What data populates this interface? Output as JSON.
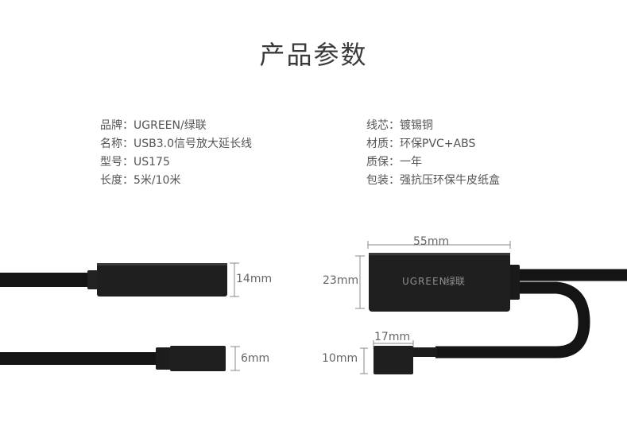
{
  "title": "产品参数",
  "specs_left": [
    {
      "label": "品牌：",
      "value": "UGREEN/绿联"
    },
    {
      "label": "名称：",
      "value": "USB3.0信号放大延长线"
    },
    {
      "label": "型号：",
      "value": "US175"
    },
    {
      "label": "长度：",
      "value": "5米/10米"
    }
  ],
  "specs_right": [
    {
      "label": "线芯：",
      "value": "镀锡铜"
    },
    {
      "label": "材质：",
      "value": "环保PVC+ABS"
    },
    {
      "label": "质保：",
      "value": "一年"
    },
    {
      "label": "包装：",
      "value": "强抗压环保牛皮纸盒"
    }
  ],
  "dimensions": {
    "left_connector_height": "14mm",
    "left_plug_height": "6mm",
    "box_width": "55mm",
    "box_height": "23mm",
    "plug_width": "17mm",
    "plug_height": "10mm"
  },
  "logo": {
    "brand": "UGREEN",
    "cn": "绿联"
  },
  "colors": {
    "body": "#1f1f1f",
    "cable": "#141414",
    "line": "#8a8a8a"
  }
}
